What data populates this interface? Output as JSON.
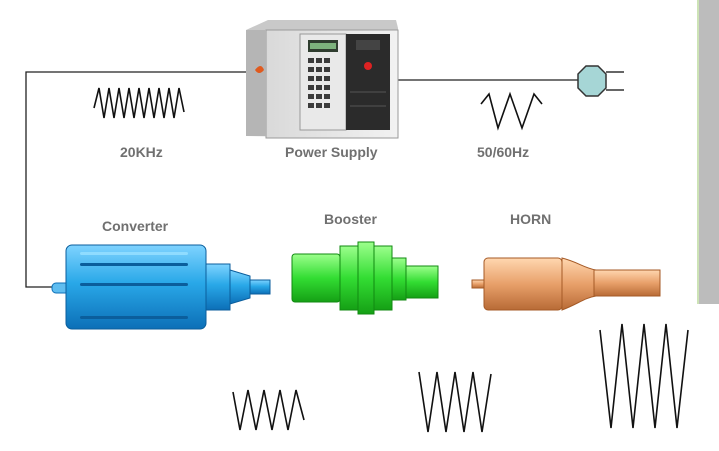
{
  "labels": {
    "frequency": "20KHz",
    "power_supply": "Power Supply",
    "mains": "50/60Hz",
    "converter": "Converter",
    "booster": "Booster",
    "horn": "HORN"
  },
  "colors": {
    "wire": "#222222",
    "label_text": "#707070",
    "converter_body": "#29a8e8",
    "booster_body": "#33dd33",
    "horn_body": "#e8a06a",
    "plug": "#a6d6d6",
    "side_panel": "#bcbcbc"
  },
  "icons": [
    "power-supply-unit-icon",
    "plug-icon",
    "converter-icon",
    "booster-icon",
    "horn-icon"
  ]
}
